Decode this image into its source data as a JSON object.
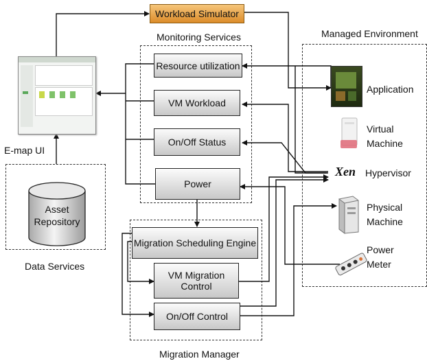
{
  "workload_simulator": "Workload Simulator",
  "monitoring_services": {
    "title": "Monitoring Services",
    "items": [
      "Resource utilization",
      "VM Workload",
      "On/Off Status",
      "Power"
    ]
  },
  "managed_environment": {
    "title": "Managed Environment",
    "application": "Application",
    "virtual_machine": "Virtual\nMachine",
    "hypervisor_logo": "Xen",
    "hypervisor": "Hypervisor",
    "physical_machine": "Physical\nMachine",
    "power_meter": "Power\nMeter"
  },
  "emap_ui": "E-map UI",
  "data_services": {
    "title": "Data Services",
    "asset_repository": "Asset\nRepository"
  },
  "migration_manager": {
    "title": "Migration Manager",
    "scheduling_engine": "Migration Scheduling Engine",
    "vm_migration_control": "VM Migration\nControl",
    "onoff_control": "On/Off Control"
  },
  "colors": {
    "workload_fill": "#e8a03a",
    "box_fill": "#d8d8d8",
    "line": "#111111"
  }
}
